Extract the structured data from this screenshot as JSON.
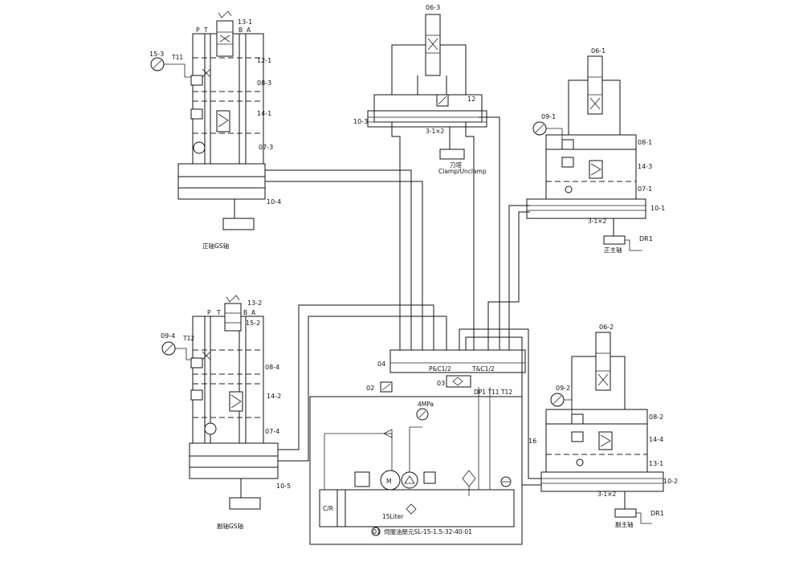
{
  "manifolds": [
    {
      "id": "top-left",
      "labels": {
        "valve": "13-1",
        "reducer": "12-1",
        "check": "08-3",
        "relief": "14-1",
        "pilot": "07-3",
        "base": "10-4",
        "gauge": "15-3",
        "test": "T11",
        "caption": "正轴GS轴",
        "ports": [
          "P",
          "T",
          "B",
          "A"
        ]
      }
    },
    {
      "id": "bottom-left",
      "labels": {
        "valve": "13-2",
        "reducer": "15-2",
        "check": "08-4",
        "relief": "14-2",
        "pilot": "07-4",
        "base": "10-5",
        "gauge": "09-4",
        "test": "T12",
        "caption": "副轴GS轴",
        "ports": [
          "P",
          "T",
          "B",
          "A"
        ]
      }
    }
  ],
  "right_manifolds": [
    {
      "id": "upper-right",
      "labels": {
        "valve": "06-1",
        "gauge": "09-1",
        "check": "08-1",
        "relief": "14-3",
        "pilot": "07-1",
        "base": "10-1",
        "dr": "DR1",
        "caption": "正主轴",
        "hx": "3-1×2"
      }
    },
    {
      "id": "lower-right",
      "labels": {
        "valve": "06-2",
        "gauge": "09-2",
        "check": "08-2",
        "relief": "14-4",
        "pilot": "13-1",
        "base": "10-2",
        "dr": "DR1",
        "caption": "副主轴",
        "hx": "3-1×2"
      }
    }
  ],
  "top_center": {
    "valve": "06-3",
    "accessory": "12",
    "base": "10-3",
    "hx": "3-1×2",
    "caption_cn": "刀塔",
    "caption_en": "Clamp/Unclamp"
  },
  "distributor": {
    "tag": "04",
    "port_p": "P&C1/2",
    "port_t": "T&C1/2"
  },
  "filter_tag": "03",
  "regulator_tag": "02",
  "line_tag": "16",
  "unit": {
    "tag": "01",
    "title": "伺服油壓元SL-15-1.5-32-40-01",
    "tank": "15Liter",
    "cr": "C/R",
    "port_labels": "DP1  T11  T12",
    "mpa": "4MPa"
  }
}
